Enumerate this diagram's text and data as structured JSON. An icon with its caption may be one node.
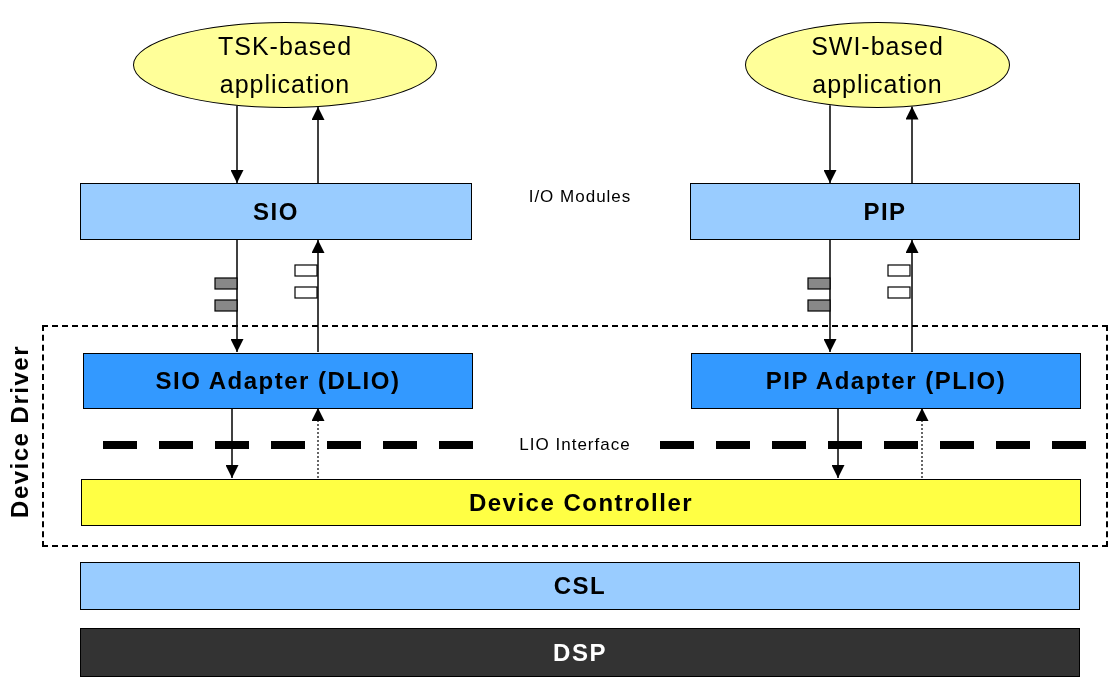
{
  "diagram": {
    "nodes": [
      {
        "text": [
          "TSK-based application"
        ]
      },
      {
        "text": [
          "SWI-based application"
        ]
      },
      {
        "text": [
          "SIO"
        ]
      },
      {
        "text": [
          "PIP"
        ]
      },
      {
        "text": [
          "Device Driver"
        ]
      },
      {
        "text": [
          "SIO Adapter (DLIO)"
        ],
        "in": 4
      },
      {
        "text": [
          "PIP Adapter (PLIO)"
        ],
        "in": 4
      },
      {
        "text": [
          "Device Controller"
        ],
        "in": 4
      },
      {
        "text": [
          "CSL"
        ]
      },
      {
        "text": [
          "DSP"
        ]
      }
    ],
    "edges": [
      {
        "from": 0,
        "to": 2,
        "arrow": "to"
      },
      {
        "from": 2,
        "to": 0,
        "arrow": "to"
      },
      {
        "from": 1,
        "to": 3,
        "arrow": "to"
      },
      {
        "from": 3,
        "to": 1,
        "arrow": "to"
      },
      {
        "from": 2,
        "to": 5,
        "arrow": "to"
      },
      {
        "from": 5,
        "to": 2,
        "arrow": "to"
      },
      {
        "from": 3,
        "to": 6,
        "arrow": "to"
      },
      {
        "from": 6,
        "to": 3,
        "arrow": "to"
      },
      {
        "from": 5,
        "to": 7,
        "arrow": "to"
      },
      {
        "from": 7,
        "to": 5,
        "arrow": "to",
        "style": "dashed"
      },
      {
        "from": 6,
        "to": 7,
        "arrow": "to"
      },
      {
        "from": 7,
        "to": 6,
        "arrow": "to",
        "style": "dashed"
      }
    ],
    "labels": [
      "I/O Modules",
      "LIO Interface"
    ]
  }
}
